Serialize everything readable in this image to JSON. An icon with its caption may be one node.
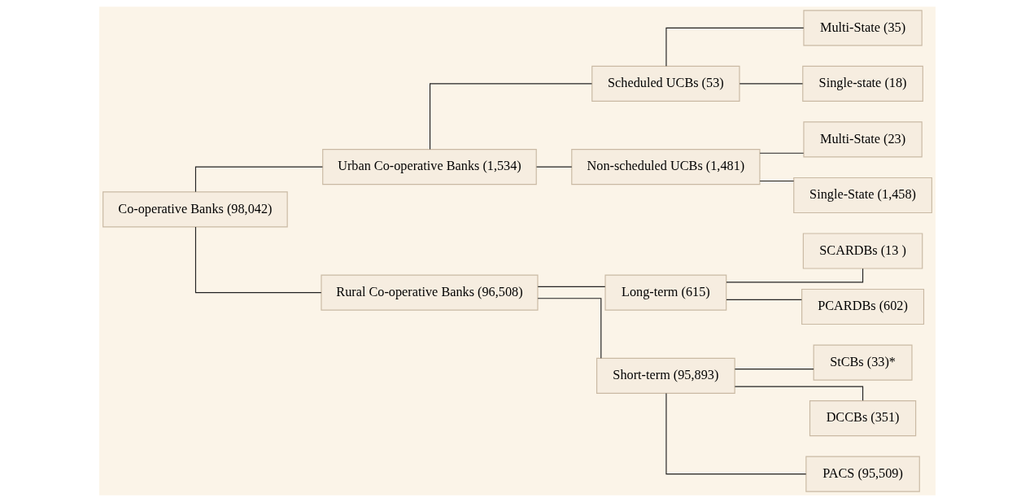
{
  "diagram": {
    "nodes": [
      {
        "text": [
          "Co-operative Banks (98,042)"
        ]
      },
      {
        "text": [
          "Urban Co-operative Banks (1,534)"
        ]
      },
      {
        "text": [
          "Scheduled UCBs (53)"
        ]
      },
      {
        "text": [
          "Multi-State (35)"
        ]
      },
      {
        "text": [
          "Single-state (18)"
        ]
      },
      {
        "text": [
          "Non-scheduled UCBs (1,481)"
        ]
      },
      {
        "text": [
          "Multi-State (23)"
        ]
      },
      {
        "text": [
          "Single-State (1,458)"
        ]
      },
      {
        "text": [
          "Rural Co-operative Banks (96,508)"
        ]
      },
      {
        "text": [
          "Long-term (615)"
        ]
      },
      {
        "text": [
          "SCARDBs (13 )"
        ]
      },
      {
        "text": [
          "PCARDBs (602)"
        ]
      },
      {
        "text": [
          "Short-term (95,893)"
        ]
      },
      {
        "text": [
          "StCBs (33)*"
        ]
      },
      {
        "text": [
          "DCCBs (351)"
        ]
      },
      {
        "text": [
          "PACS (95,509)"
        ]
      }
    ],
    "edges": [
      {
        "from": 0,
        "to": 1,
        "arrow": "none"
      },
      {
        "from": 0,
        "to": 8,
        "arrow": "none"
      },
      {
        "from": 1,
        "to": 2,
        "arrow": "none"
      },
      {
        "from": 1,
        "to": 5,
        "arrow": "none"
      },
      {
        "from": 2,
        "to": 3,
        "arrow": "none"
      },
      {
        "from": 2,
        "to": 4,
        "arrow": "none"
      },
      {
        "from": 5,
        "to": 6,
        "arrow": "none"
      },
      {
        "from": 5,
        "to": 7,
        "arrow": "none"
      },
      {
        "from": 8,
        "to": 9,
        "arrow": "none"
      },
      {
        "from": 8,
        "to": 12,
        "arrow": "none"
      },
      {
        "from": 9,
        "to": 10,
        "arrow": "none"
      },
      {
        "from": 9,
        "to": 11,
        "arrow": "none"
      },
      {
        "from": 12,
        "to": 13,
        "arrow": "none"
      },
      {
        "from": 12,
        "to": 14,
        "arrow": "none"
      },
      {
        "from": 12,
        "to": 15,
        "arrow": "none"
      }
    ]
  }
}
